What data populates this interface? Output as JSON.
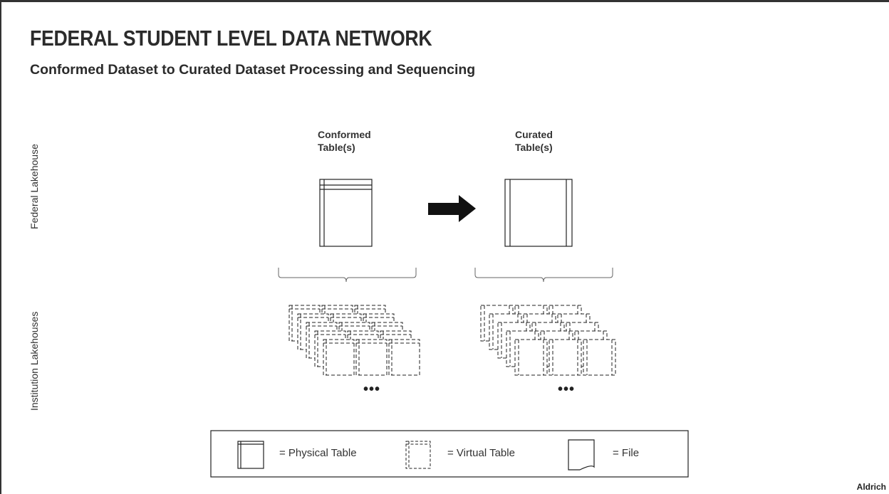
{
  "header": {
    "title": "FEDERAL STUDENT LEVEL DATA NETWORK",
    "subtitle": "Conformed Dataset to Curated Dataset Processing and Sequencing"
  },
  "lanes": {
    "federal": "Federal Lakehouse",
    "institution": "Institution Lakehouses"
  },
  "columns": {
    "conformed": {
      "line1": "Conformed",
      "line2": "Table(s)"
    },
    "curated": {
      "line1": "Curated",
      "line2": "Table(s)"
    }
  },
  "more_indicator": "•••",
  "legend": {
    "physical": "= Physical Table",
    "virtual": "= Virtual Table",
    "file": "= File"
  },
  "credit": "Aldrich"
}
